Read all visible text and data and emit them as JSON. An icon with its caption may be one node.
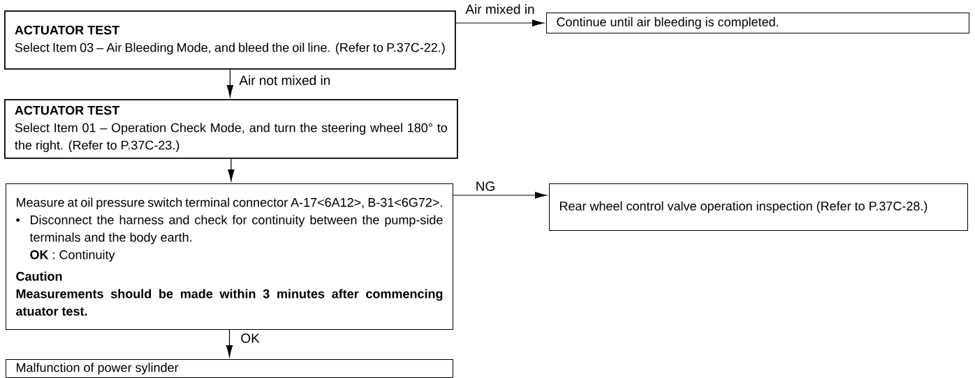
{
  "diagram": {
    "nodes": [
      {
        "text": [
          "ACTUATOR TEST",
          "Select Item 03 – Air Bleeding Mode, and bleed the oil line. (Refer to P.37C-22.)"
        ]
      },
      {
        "text": [
          "Continue until air bleeding is completed."
        ]
      },
      {
        "text": [
          "ACTUATOR TEST",
          "Select Item 01 – Operation Check Mode, and turn the steering wheel 180° to the right.  (Refer to P.37C-23.)"
        ]
      },
      {
        "text": [
          "Measure at oil pressure switch terminal connector A-17<6A12>, B-31<6G72>.",
          "Disconnect the harness and check for continuity between the pump-side terminals and the body earth.",
          "**OK** : Continuity",
          "Caution",
          "Measurements should be made within 3 minutes after commencing atuator test."
        ]
      },
      {
        "text": [
          "Rear wheel control valve operation inspection (Refer to P.37C-28.)"
        ]
      },
      {
        "text": [
          "Malfunction of power sylinder"
        ]
      }
    ],
    "edges": [
      {
        "from": 0,
        "to": 1,
        "arrow": "to",
        "label": "Air mixed in"
      },
      {
        "from": 0,
        "to": 2,
        "arrow": "to",
        "label": "Air not mixed in"
      },
      {
        "from": 2,
        "to": 3,
        "arrow": "to"
      },
      {
        "from": 3,
        "to": 4,
        "arrow": "to",
        "label": "NG"
      },
      {
        "from": 3,
        "to": 5,
        "arrow": "to",
        "label": "OK"
      }
    ],
    "labels": [
      "•"
    ]
  }
}
